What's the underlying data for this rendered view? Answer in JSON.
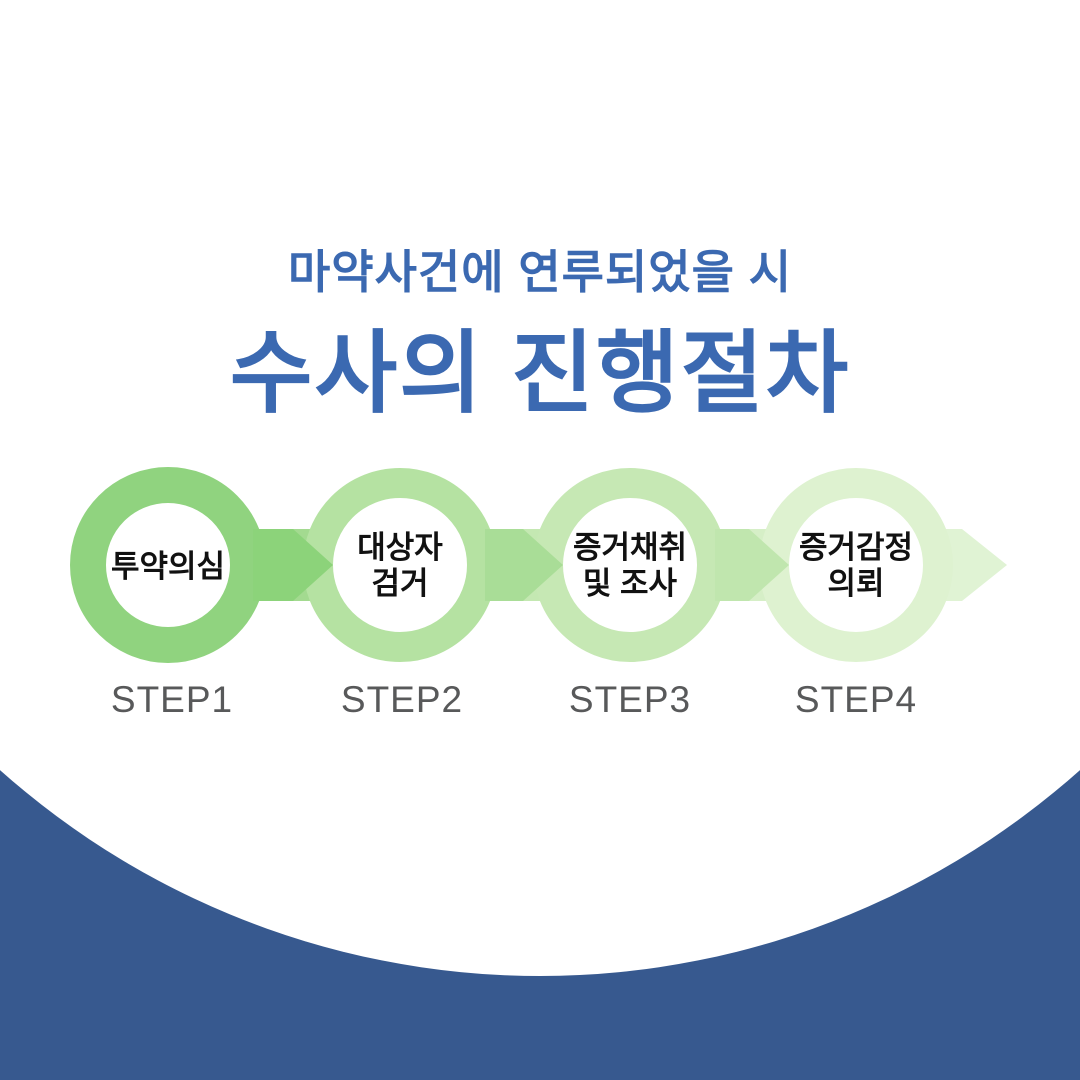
{
  "colors": {
    "background_bottom_blue": "#37598F",
    "title_blue": "#3B69B1",
    "step_caption_gray": "#58595A",
    "circle_label_black": "#111111"
  },
  "header": {
    "subtitle": "마약사건에 연루되었을 시",
    "title": "수사의 진행절차"
  },
  "process": {
    "steps": [
      {
        "step_label": "STEP1",
        "label_lines": [
          "투약의심",
          ""
        ],
        "ring_color": "#90D37F"
      },
      {
        "step_label": "STEP2",
        "label_lines": [
          "대상자",
          "검거"
        ],
        "ring_color": "#B5E2A2"
      },
      {
        "step_label": "STEP3",
        "label_lines": [
          "증거채취",
          "및 조사"
        ],
        "ring_color": "#C6E8B4"
      },
      {
        "step_label": "STEP4",
        "label_lines": [
          "증거감정",
          "의뢰"
        ],
        "ring_color": "#DEF2D0"
      }
    ],
    "connectors": [
      {
        "band_color": "#A3DA90",
        "chevron_color": "#8CD37A"
      },
      {
        "band_color": "#C4E8B2",
        "chevron_color": "#A9DD97"
      },
      {
        "band_color": "#D6EFC7",
        "chevron_color": "#C0E6AE"
      },
      {
        "band_color": "#E0F3D4",
        "chevron_color": "#E0F3D4"
      }
    ]
  }
}
